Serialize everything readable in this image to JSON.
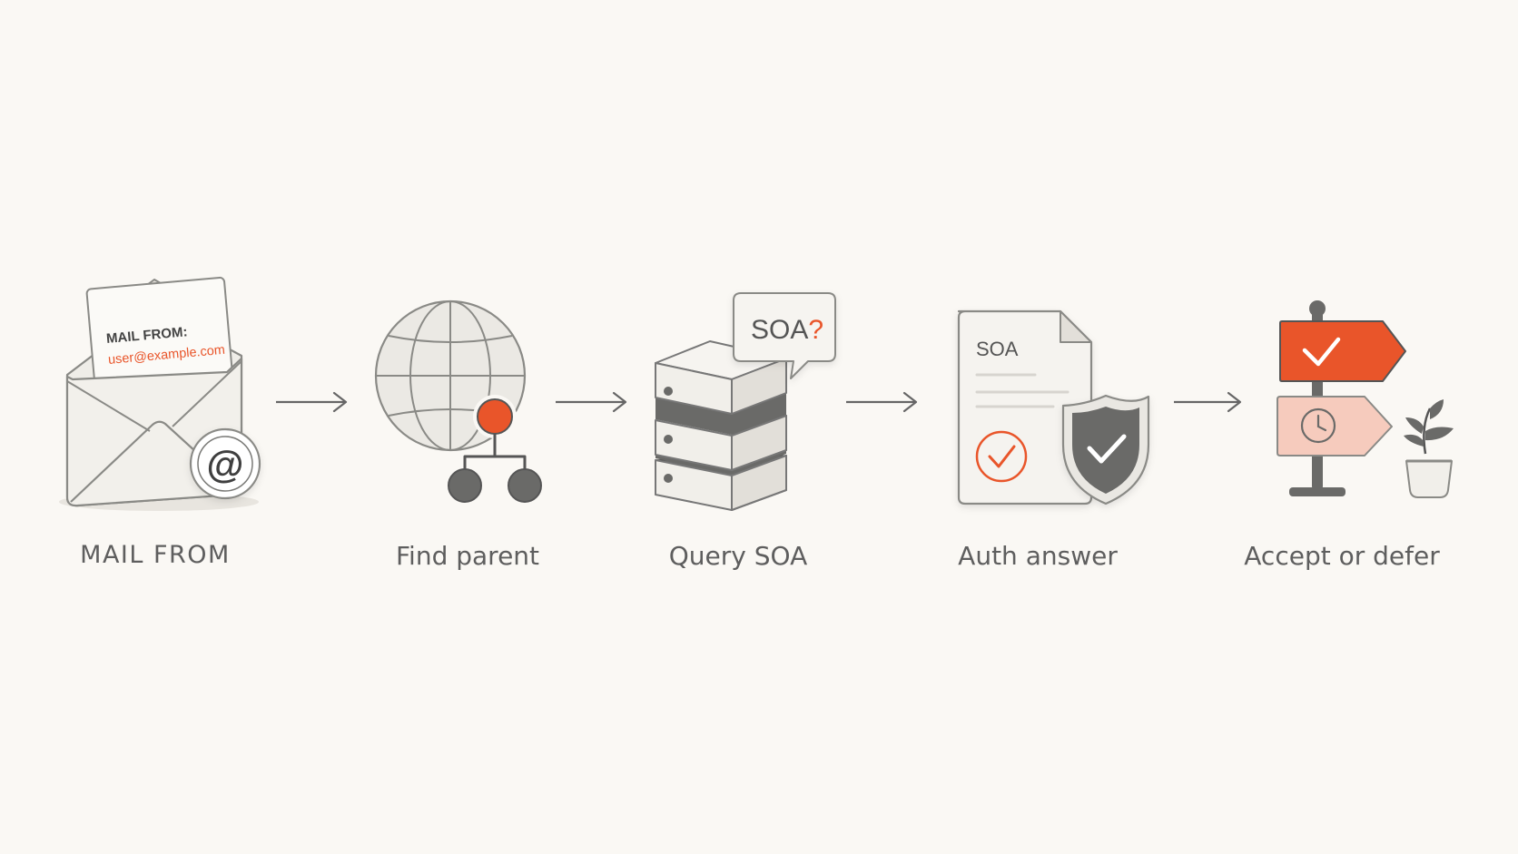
{
  "colors": {
    "background": "#faf8f4",
    "accent": "#e9552a",
    "accent_soft": "#f6cbbd",
    "line": "#8a8a86",
    "fill_light": "#f1efea",
    "fill_dark": "#6a6a68",
    "label_text": "#5e5e5e"
  },
  "steps": [
    {
      "label": "MAIL FROM",
      "icon": "envelope-icon",
      "letter_heading": "MAIL FROM:",
      "letter_address": "user@example.com",
      "badge": "@"
    },
    {
      "label": "Find parent",
      "icon": "globe-hierarchy-icon"
    },
    {
      "label": "Query SOA",
      "icon": "server-stack-icon",
      "bubble_text": "SOA",
      "bubble_mark": "?"
    },
    {
      "label": "Auth answer",
      "icon": "document-shield-icon",
      "doc_heading": "SOA"
    },
    {
      "label": "Accept or defer",
      "icon": "signpost-icon"
    }
  ],
  "connectors": [
    "arrow-right-icon",
    "arrow-right-icon",
    "arrow-right-icon",
    "arrow-right-icon"
  ]
}
